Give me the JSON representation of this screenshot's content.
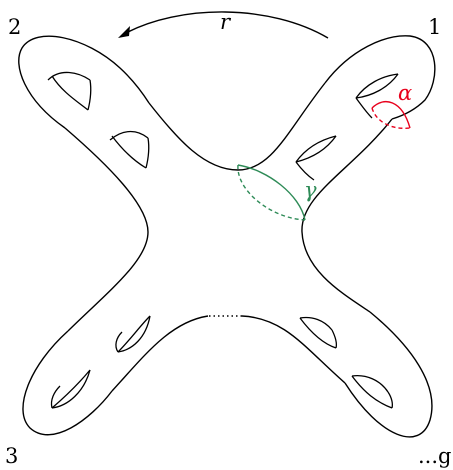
{
  "figure": {
    "labels": {
      "rotation": "r",
      "arm_1": "1",
      "arm_2": "2",
      "arm_3": "3",
      "arm_g": "...g",
      "curve_alpha": "α",
      "curve_gamma": "γ"
    },
    "colors": {
      "outline": "#000000",
      "alpha_curve": "#e8001c",
      "gamma_curve": "#2e8b57"
    },
    "icons": {
      "rotation_arrow": "curved-arrow-left"
    }
  }
}
